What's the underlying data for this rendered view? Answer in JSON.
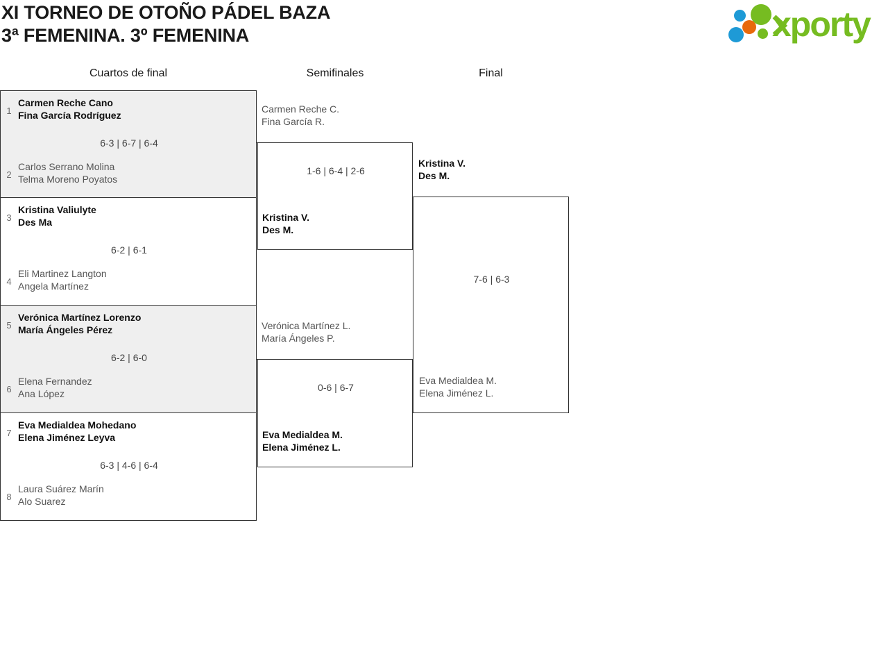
{
  "header": {
    "title_line1": "XI TORNEO DE OTOÑO PÁDEL BAZA",
    "title_line2": "3ª FEMENINA. 3º FEMENINA"
  },
  "logo": {
    "wordmark": "xporty",
    "colors": {
      "green": "#76bc21",
      "blue": "#1e9ad6",
      "orange": "#e8690b"
    }
  },
  "rounds": [
    {
      "label": "Cuartos de final"
    },
    {
      "label": "Semifinales"
    },
    {
      "label": "Final"
    }
  ],
  "quarterfinals": [
    {
      "shaded": true,
      "score": "6-3 | 6-7 | 6-4",
      "top": {
        "seed": "1",
        "winner": true,
        "p1": "Carmen Reche Cano",
        "p2": "Fina García Rodríguez"
      },
      "bottom": {
        "seed": "2",
        "winner": false,
        "p1": "Carlos Serrano Molina",
        "p2": "Telma Moreno Poyatos"
      }
    },
    {
      "shaded": false,
      "score": "6-2 | 6-1",
      "top": {
        "seed": "3",
        "winner": true,
        "p1": "Kristina Valiulyte",
        "p2": "Des Ma"
      },
      "bottom": {
        "seed": "4",
        "winner": false,
        "p1": "Eli Martinez Langton",
        "p2": "Angela Martínez"
      }
    },
    {
      "shaded": true,
      "score": "6-2 | 6-0",
      "top": {
        "seed": "5",
        "winner": true,
        "p1": "Verónica Martínez Lorenzo",
        "p2": "María Ángeles Pérez"
      },
      "bottom": {
        "seed": "6",
        "winner": false,
        "p1": "Elena Fernandez",
        "p2": "Ana López"
      }
    },
    {
      "shaded": false,
      "score": "6-3 | 4-6 | 6-4",
      "top": {
        "seed": "7",
        "winner": true,
        "p1": "Eva Medialdea Mohedano",
        "p2": "Elena Jiménez Leyva"
      },
      "bottom": {
        "seed": "8",
        "winner": false,
        "p1": "Laura Suárez Marín",
        "p2": "Alo Suarez"
      }
    }
  ],
  "semifinals": [
    {
      "score": "1-6 | 6-4 | 2-6",
      "top": {
        "winner": false,
        "p1": "Carmen Reche C.",
        "p2": "Fina García R."
      },
      "bottom": {
        "winner": true,
        "p1": "Kristina V.",
        "p2": "Des M."
      }
    },
    {
      "score": "0-6 | 6-7",
      "top": {
        "winner": false,
        "p1": "Verónica Martínez L.",
        "p2": "María Ángeles P."
      },
      "bottom": {
        "winner": true,
        "p1": "Eva Medialdea M.",
        "p2": "Elena Jiménez L."
      }
    }
  ],
  "final": {
    "score": "7-6 | 6-3",
    "top": {
      "winner": true,
      "p1": "Kristina V.",
      "p2": "Des M."
    },
    "bottom": {
      "winner": false,
      "p1": "Eva Medialdea M.",
      "p2": "Elena Jiménez L."
    }
  }
}
